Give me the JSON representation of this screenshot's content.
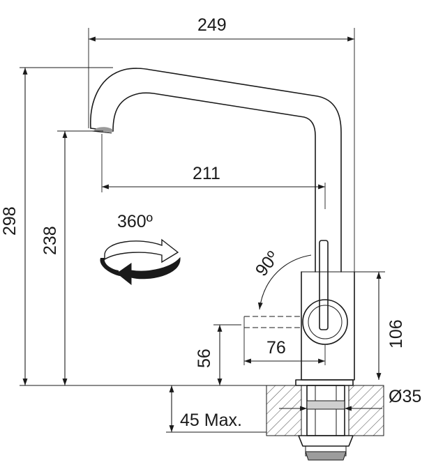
{
  "dimensions": {
    "overall_width": "249",
    "overall_height": "298",
    "spout_height": "238",
    "spout_reach": "211",
    "rotation": "360º",
    "lever_angle": "90º",
    "base_height": "106",
    "lever_reach": "76",
    "lever_height": "56",
    "hole_diameter": "Ø35",
    "max_thickness": "45 Max."
  },
  "colors": {
    "line": "#1a1a1a",
    "arrow_fill": "#ffffff",
    "arrow_dark": "#1a1a1a",
    "hatch": "#4a4a4a"
  }
}
